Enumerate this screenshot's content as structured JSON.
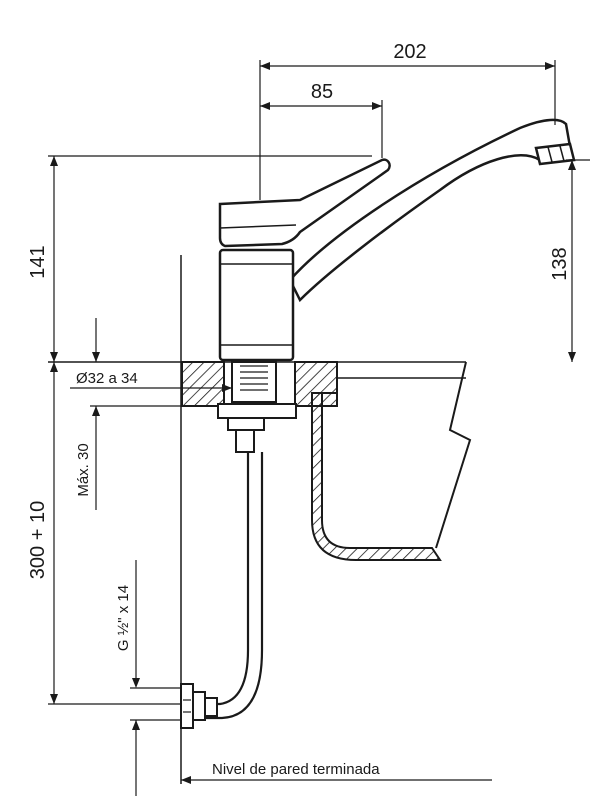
{
  "dimensions": {
    "total_reach": "202",
    "lever_reach": "85",
    "total_height": "141",
    "spout_height": "138",
    "hole_diameter": "Ø32 a 34",
    "max_thickness": "Máx. 30",
    "supply_height": "300 + 10",
    "thread": "G ½\" x 14"
  },
  "labels": {
    "wall_level": "Nivel de pared terminada"
  },
  "colors": {
    "line": "#1a1a1a",
    "background": "#ffffff"
  }
}
